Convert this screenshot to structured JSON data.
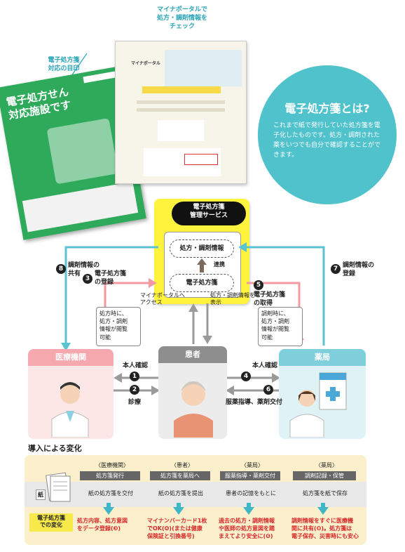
{
  "top": {
    "label_poster": "電子処方箋\n対応の目印",
    "label_portal": "マイナポータルで\n処方・調剤情報を\nチェック",
    "poster_title": "電子処方せん\n対応施設です",
    "portal_logo": "マイナポータル"
  },
  "circle": {
    "title": "電子処方箋とは?",
    "desc": "これまで紙で発行していた処方箋を電子化したものです。処方・調剤された薬をいつでも自分で確認することができます。"
  },
  "mgmt": {
    "title": "電子処方箋\n管理サービス",
    "info": "処方・調剤情報",
    "link": "連携",
    "rx": "電子処方箋"
  },
  "flows": {
    "f1": "本人確認",
    "f2": "診療",
    "f3": "電子処方箋\nの登録",
    "f4": "本人確認",
    "f5": "電子処方箋\nの取得",
    "f6": "服薬指導、薬剤交付",
    "f7": "調剤情報の\n登録",
    "f8": "調剤情報の\n共有",
    "portal_access": "マイナポータルへ\nアクセス",
    "portal_show": "処方・調剤情報を\n表示",
    "n1": "1",
    "n2": "2",
    "n3": "3",
    "n4": "4",
    "n5": "5",
    "n6": "6",
    "n7": "7",
    "n8": "8"
  },
  "actors": {
    "clinic": "医療機関",
    "patient": "患者",
    "pharmacy": "薬局",
    "clinic_note": "処方時に、\n処方・調剤\n情報が閲覧\n可能",
    "pharmacy_note": "調剤時に、\n処方・調剤\n情報が閲覧\n可能"
  },
  "changes": {
    "title": "導入による変化",
    "paper_label": "紙",
    "erx_label": "電子処方箋\nでの変化",
    "cols": [
      {
        "cat": "〈医療機関〉",
        "step": "処方箋発行",
        "paper": "紙の処方箋を交付",
        "erx": "処方内容、処方意図\nをデータ登録(❸)"
      },
      {
        "cat": "〈患者〉",
        "step": "処方箋を薬局へ",
        "paper": "紙の処方箋を提出",
        "erx": "マイナンバーカード1枚\nでOK(❹)(または健康\n保険証と引換番号)"
      },
      {
        "cat": "〈薬局〉",
        "step": "服薬指導・薬剤交付",
        "paper": "患者の記憶をもとに",
        "erx": "過去の処方・調剤情報\nや医師の処方意図を踏\nまえてより安全に(❻)"
      },
      {
        "cat": "〈薬局〉",
        "step": "調剤記録・保管",
        "paper": "処方箋を紙で保存",
        "erx": "調剤情報をすぐに医療機\n関に共有(❽)。処方箋は\n電子保存、災害時にも安心"
      }
    ]
  },
  "colors": {
    "teal": "#4fc2cc",
    "pink": "#f4a0a8",
    "gray": "#8a8a8a",
    "light_teal": "#9fdde6",
    "yellow": "#fff33e"
  }
}
